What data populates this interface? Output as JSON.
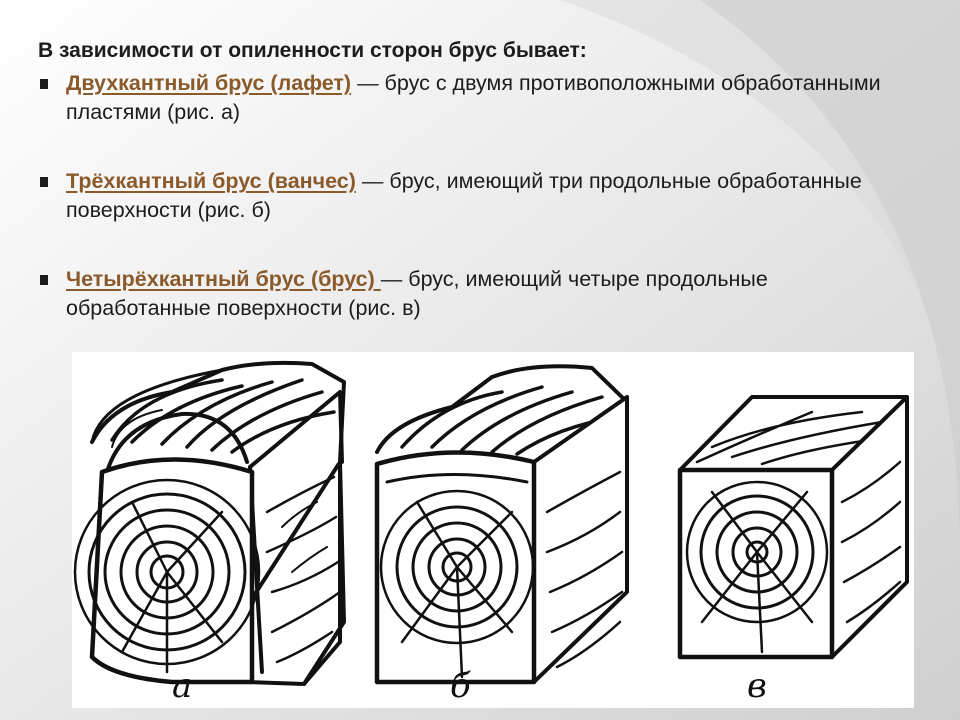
{
  "heading": "В зависимости от опиленности сторон брус бывает:",
  "items": [
    {
      "term": "Двухкантный брус  (лафет)",
      "definition": " — брус с двумя противоположными обработанными пластями (рис. а)"
    },
    {
      "term": "Трёхкантный брус  (ванчес)",
      "definition": " — брус, имеющий три продольные обработанные поверхности (рис. б)"
    },
    {
      "term": "Четырёхкантный брус (брус) ",
      "definition": " — брус, имеющий четыре продольные обработанные поверхности (рис. в)"
    }
  ],
  "figure": {
    "captions": [
      "а",
      "б",
      "в"
    ]
  },
  "colors": {
    "term": "#8b5a2b",
    "text": "#1c1c1c",
    "background": "#f1f1f1"
  }
}
